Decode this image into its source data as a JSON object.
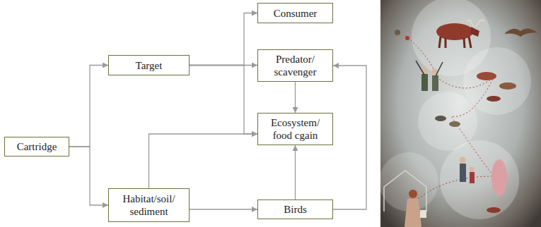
{
  "diagram": {
    "nodes": [
      {
        "text": [
          "Cartridge"
        ]
      },
      {
        "text": [
          "Target"
        ]
      },
      {
        "text": [
          "Consumer"
        ]
      },
      {
        "text": [
          "Predator/ scavenger"
        ]
      },
      {
        "text": [
          "Ecosystem/ food cgain"
        ]
      },
      {
        "text": [
          "Habitat/soil/ sediment"
        ]
      },
      {
        "text": [
          "Birds"
        ]
      }
    ],
    "edges": [
      {
        "from": 0,
        "to": 1,
        "arrow": "to"
      },
      {
        "from": 0,
        "to": 5,
        "arrow": "to"
      },
      {
        "from": 1,
        "to": 2,
        "arrow": "to"
      },
      {
        "from": 1,
        "to": 3,
        "arrow": "to"
      },
      {
        "from": 1,
        "to": 4,
        "arrow": "to"
      },
      {
        "from": 3,
        "to": 4,
        "arrow": "to"
      },
      {
        "from": 5,
        "to": 4,
        "arrow": "to"
      },
      {
        "from": 5,
        "to": 6,
        "arrow": "to"
      },
      {
        "from": 6,
        "to": 4,
        "arrow": "to"
      },
      {
        "from": 6,
        "to": 3,
        "arrow": "to"
      }
    ]
  }
}
